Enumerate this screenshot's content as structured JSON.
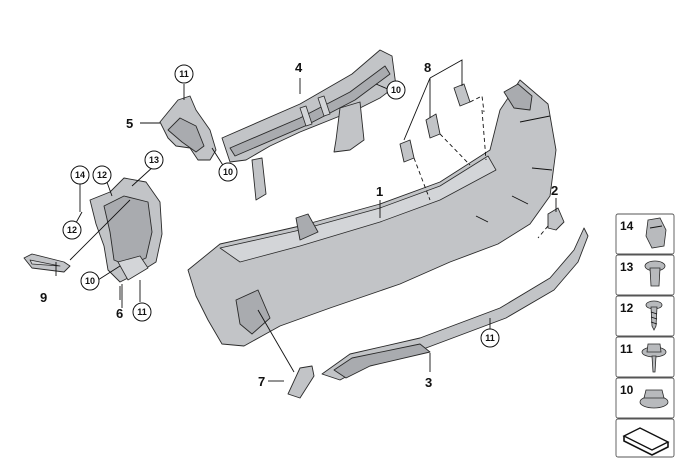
{
  "callouts": {
    "p1": "1",
    "p2": "2",
    "p3": "3",
    "p4": "4",
    "p5": "5",
    "p6": "6",
    "p7": "7",
    "p8": "8",
    "p9": "9"
  },
  "circled": {
    "c11_top": "11",
    "c10_top": "10",
    "c10_mid": "10",
    "c13": "13",
    "c14": "14",
    "c12a": "12",
    "c12b": "12",
    "c10_low": "10",
    "c11_low": "11",
    "c11_diff": "11"
  },
  "legend": {
    "items": [
      {
        "number": "14",
        "icon": "clip-nut-icon"
      },
      {
        "number": "13",
        "icon": "expanding-rivet-icon"
      },
      {
        "number": "12",
        "icon": "screw-icon"
      },
      {
        "number": "11",
        "icon": "collar-screw-icon"
      },
      {
        "number": "10",
        "icon": "hex-nut-icon"
      }
    ],
    "last_icon": "kit-symbol-icon"
  },
  "colors": {
    "part": "#c2c4c7",
    "line": "#111111"
  }
}
